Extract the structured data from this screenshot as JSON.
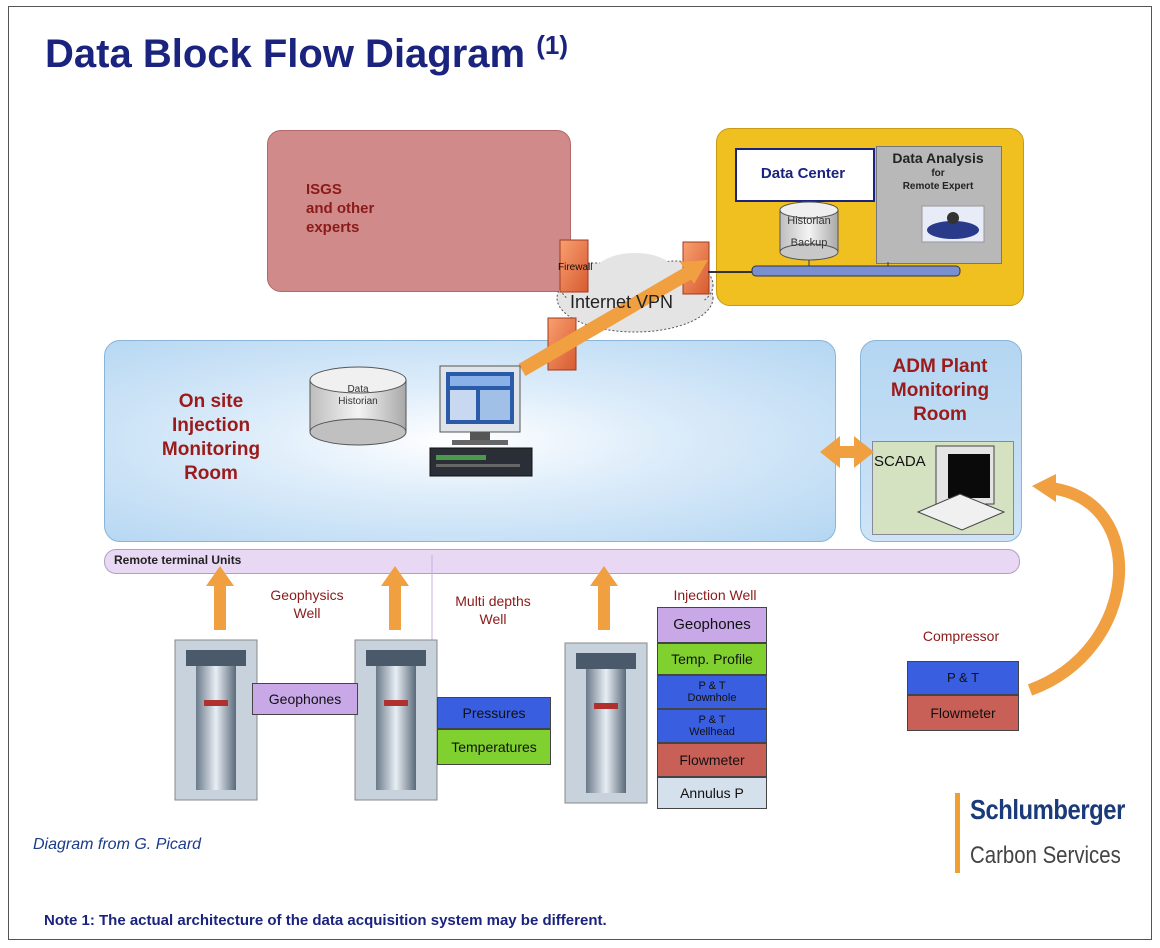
{
  "title": "Data Block Flow Diagram",
  "title_sup": "(1)",
  "isgs": {
    "line1": "ISGS",
    "line2": "and other",
    "line3": "experts"
  },
  "data_center": "Data Center",
  "data_analysis": {
    "title": "Data Analysis",
    "sub1": "for",
    "sub2": "Remote Expert"
  },
  "historian_backup": {
    "line1": "Historian",
    "line2": "Backup"
  },
  "firewall_label": "Firewall",
  "internet_vpn": "Internet VPN",
  "onsite": {
    "line1": "On site",
    "line2": "Injection",
    "line3": "Monitoring",
    "line4": "Room"
  },
  "data_historian": {
    "line1": "Data",
    "line2": "Historian"
  },
  "adm": {
    "line1": "ADM Plant",
    "line2": "Monitoring",
    "line3": "Room"
  },
  "scada": "SCADA",
  "rtu": "Remote terminal Units",
  "geophysics_well": {
    "line1": "Geophysics",
    "line2": "Well"
  },
  "multi_depths_well": {
    "line1": "Multi depths",
    "line2": "Well"
  },
  "injection_well": "Injection Well",
  "geophones_left": "Geophones",
  "pressures": "Pressures",
  "temperatures": "Temperatures",
  "inj_stack": {
    "geophones": "Geophones",
    "temp_profile": "Temp. Profile",
    "pt_downhole_1": "P & T",
    "pt_downhole_2": "Downhole",
    "pt_wellhead_1": "P & T",
    "pt_wellhead_2": "Wellhead",
    "flowmeter": "Flowmeter",
    "annulus": "Annulus P"
  },
  "compressor": {
    "label": "Compressor",
    "pt": "P & T",
    "flowmeter": "Flowmeter"
  },
  "credit": "Diagram from G. Picard",
  "logo": {
    "line1": "Schlumberger",
    "line2": "Carbon Services"
  },
  "note": "Note 1: The actual architecture of the data acquisition system may be different.",
  "colors": {
    "title": "#1a237e",
    "isgs_fill": "#d08a8a",
    "data_center_fill": "#f0c020",
    "onsite_fill": "#b4d6f2",
    "arrow": "#f0a040",
    "purple_box": "#c9a8e8",
    "blue_box": "#3a5ee0",
    "green_box": "#80d030",
    "flow_box": "#c86058",
    "annulus_box": "#d4e0ec"
  }
}
